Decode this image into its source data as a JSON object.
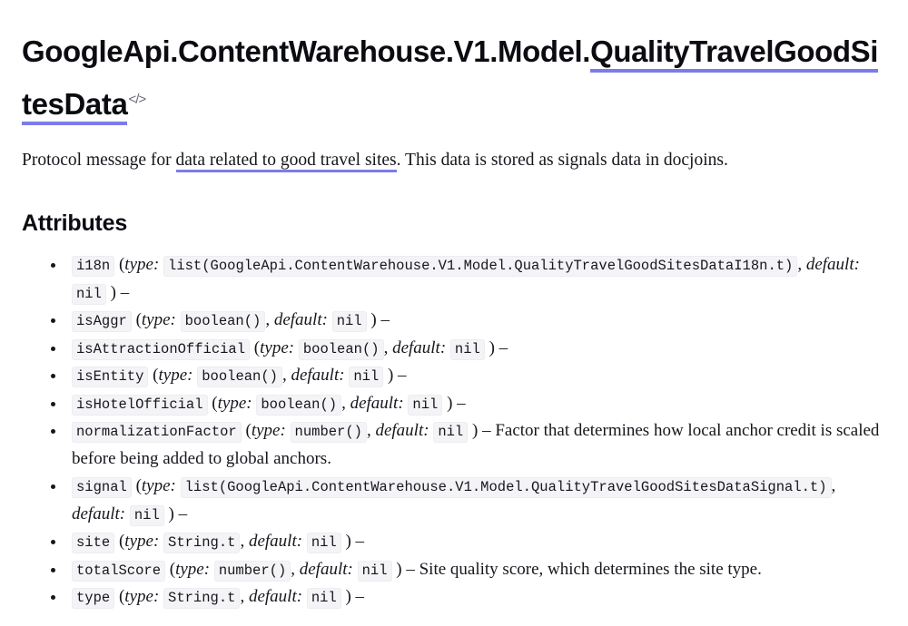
{
  "title": {
    "plain_prefix": "GoogleApi.ContentWarehouse.V1.Model.",
    "highlighted": "QualityTravelGoodSitesData",
    "source_icon": "</>",
    "underline_color": "#7b7ce8"
  },
  "description": {
    "before": "Protocol message for ",
    "highlighted": "data related to good travel sites",
    "after": ". This data is stored as signals data in docjoins."
  },
  "attributes_heading": "Attributes",
  "labels": {
    "open_paren": "(",
    "close_paren": ")",
    "type_label": "type:",
    "default_label": "default:",
    "comma": ",",
    "dash": "–"
  },
  "attributes": [
    {
      "name": "i18n",
      "type": "list(GoogleApi.ContentWarehouse.V1.Model.QualityTravelGoodSitesDataI18n.t)",
      "default": "nil",
      "description": ""
    },
    {
      "name": "isAggr",
      "type": "boolean()",
      "default": "nil",
      "description": ""
    },
    {
      "name": "isAttractionOfficial",
      "type": "boolean()",
      "default": "nil",
      "description": ""
    },
    {
      "name": "isEntity",
      "type": "boolean()",
      "default": "nil",
      "description": ""
    },
    {
      "name": "isHotelOfficial",
      "type": "boolean()",
      "default": "nil",
      "description": ""
    },
    {
      "name": "normalizationFactor",
      "type": "number()",
      "default": "nil",
      "description": "Factor that determines how local anchor credit is scaled before being added to global anchors."
    },
    {
      "name": "signal",
      "type": "list(GoogleApi.ContentWarehouse.V1.Model.QualityTravelGoodSitesDataSignal.t)",
      "default": "nil",
      "description": ""
    },
    {
      "name": "site",
      "type": "String.t",
      "default": "nil",
      "description": ""
    },
    {
      "name": "totalScore",
      "type": "number()",
      "default": "nil",
      "description": "Site quality score, which determines the site type."
    },
    {
      "name": "type",
      "type": "String.t",
      "default": "nil",
      "description": ""
    }
  ]
}
